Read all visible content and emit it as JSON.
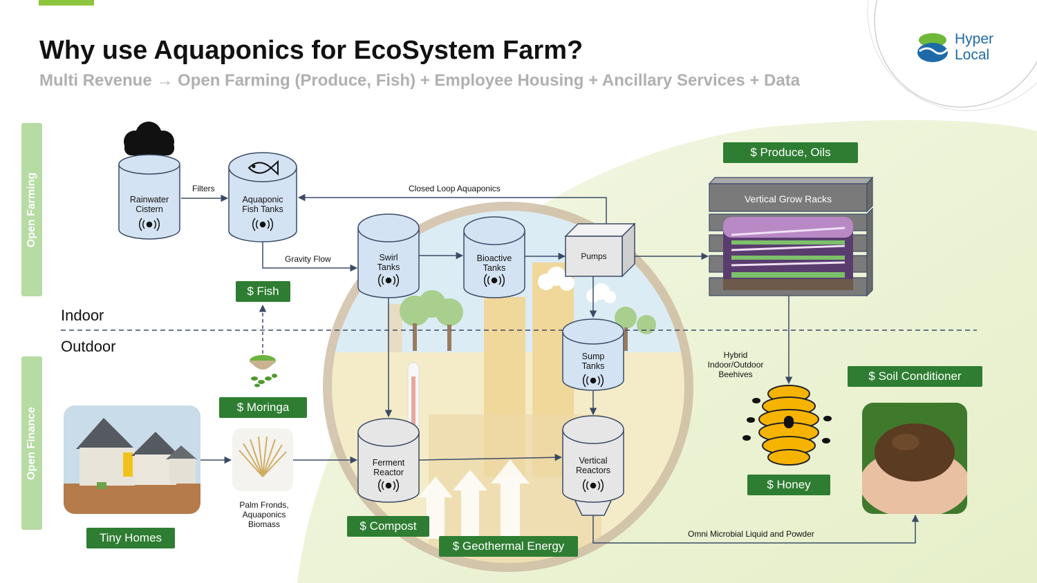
{
  "header": {
    "title": "Why use Aquaponics for EcoSystem Farm?",
    "subtitle": "Multi Revenue → Open Farming (Produce, Fish) + Employee Housing + Ancillary Services + Data"
  },
  "logo": {
    "line1": "Hyper",
    "line2": "Local"
  },
  "side_tabs": {
    "top": "Open Farming",
    "bottom": "Open Finance"
  },
  "zones": {
    "indoor": "Indoor",
    "outdoor": "Outdoor"
  },
  "tanks": {
    "rainwater": "Rainwater\nCistern",
    "fish": "Aquaponic\nFish Tanks",
    "swirl": "Swirl\nTanks",
    "bioactive": "Bioactive\nTanks",
    "sump": "Sump\nTanks",
    "ferment": "Ferment\nReactor",
    "vertical": "Vertical\nReactors"
  },
  "boxes": {
    "pumps": "Pumps",
    "grow_racks": "Vertical Grow Racks"
  },
  "flows": {
    "filters": "Filters",
    "gravity": "Gravity Flow",
    "closed_loop": "Closed Loop Aquaponics",
    "omni": "Omni Microbial Liquid and Powder"
  },
  "labels": {
    "palm": "Palm Fronds,\nAquaponics\nBiomass",
    "beehives": "Hybrid\nIndoor/Outdoor\nBeehives"
  },
  "revenue": {
    "produce": "$ Produce, Oils",
    "fish": "$ Fish",
    "moringa": "$ Moringa",
    "tiny_homes": "Tiny Homes",
    "compost": "$ Compost",
    "geothermal": "$ Geothermal Energy",
    "honey": "$ Honey",
    "soil": "$ Soil Conditioner"
  },
  "colors": {
    "accent_green": "#8dc53e",
    "pill_green": "#2e7d32",
    "tank_blue": "#d4e3f3",
    "tank_grey": "#e6e6e6",
    "side_tab": "#b6dba3"
  }
}
